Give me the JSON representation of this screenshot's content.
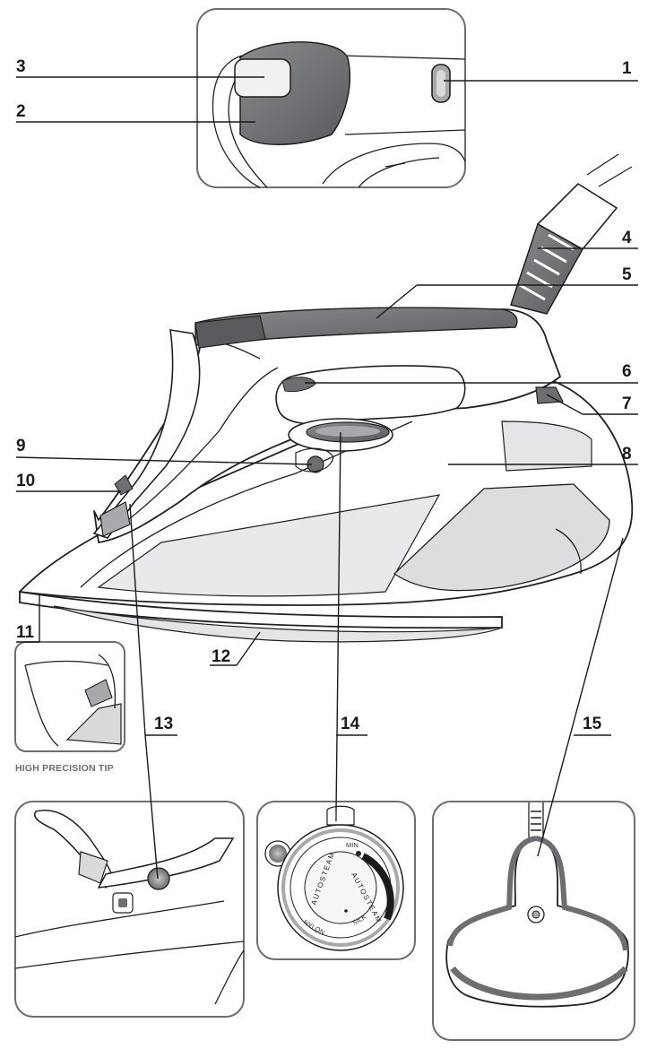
{
  "callouts": [
    "1",
    "2",
    "3",
    "4",
    "5",
    "6",
    "7",
    "8",
    "9",
    "10",
    "11",
    "12",
    "13",
    "14",
    "15"
  ],
  "tip_caption": "HIGH PRECISION TIP",
  "dial": {
    "min": "MIN",
    "autosteam_outer": "AUTOSTEAM",
    "autosteam_inner": "AUTOSTEAM",
    "nylon": "NYLON",
    "silk": "SILK"
  },
  "colors": {
    "outline": "#231f20",
    "panel_border": "#6d6e71",
    "dark_grey": "#6d6e71",
    "light_grey": "#d9dadb",
    "mid_grey": "#a7a9ac"
  }
}
